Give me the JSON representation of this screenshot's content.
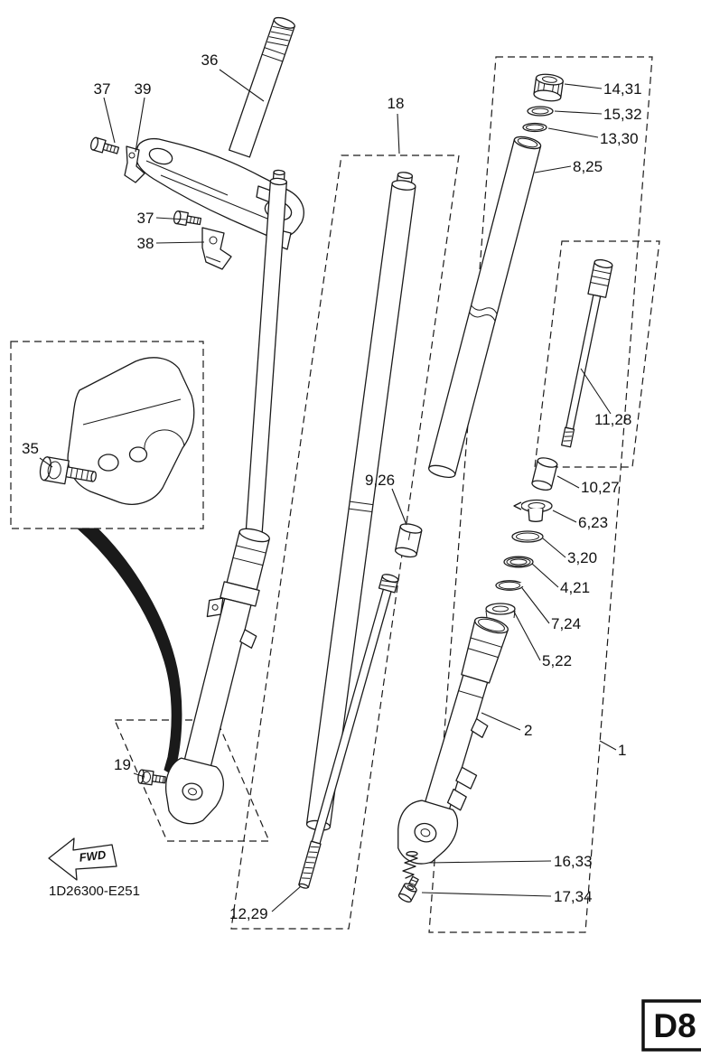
{
  "colors": {
    "ink": "#1a1a1a",
    "paper": "#ffffff"
  },
  "callouts": {
    "c36": "36",
    "c37a": "37",
    "c39": "39",
    "c37b": "37",
    "c38": "38",
    "c18": "18",
    "c14_31": "14,31",
    "c15_32": "15,32",
    "c13_30": "13,30",
    "c8_25": "8,25",
    "c11_28": "11,28",
    "c9_26": "9,26",
    "c10_27": "10,27",
    "c6_23": "6,23",
    "c3_20": "3,20",
    "c4_21": "4,21",
    "c7_24": "7,24",
    "c5_22": "5,22",
    "c2": "2",
    "c1": "1",
    "c16_33": "16,33",
    "c17_34": "17,34",
    "c12_29": "12,29",
    "c19": "19",
    "c35": "35"
  },
  "footer": {
    "code": "1D26300-E251",
    "fwd": "FWD",
    "page_ref": "D8"
  }
}
